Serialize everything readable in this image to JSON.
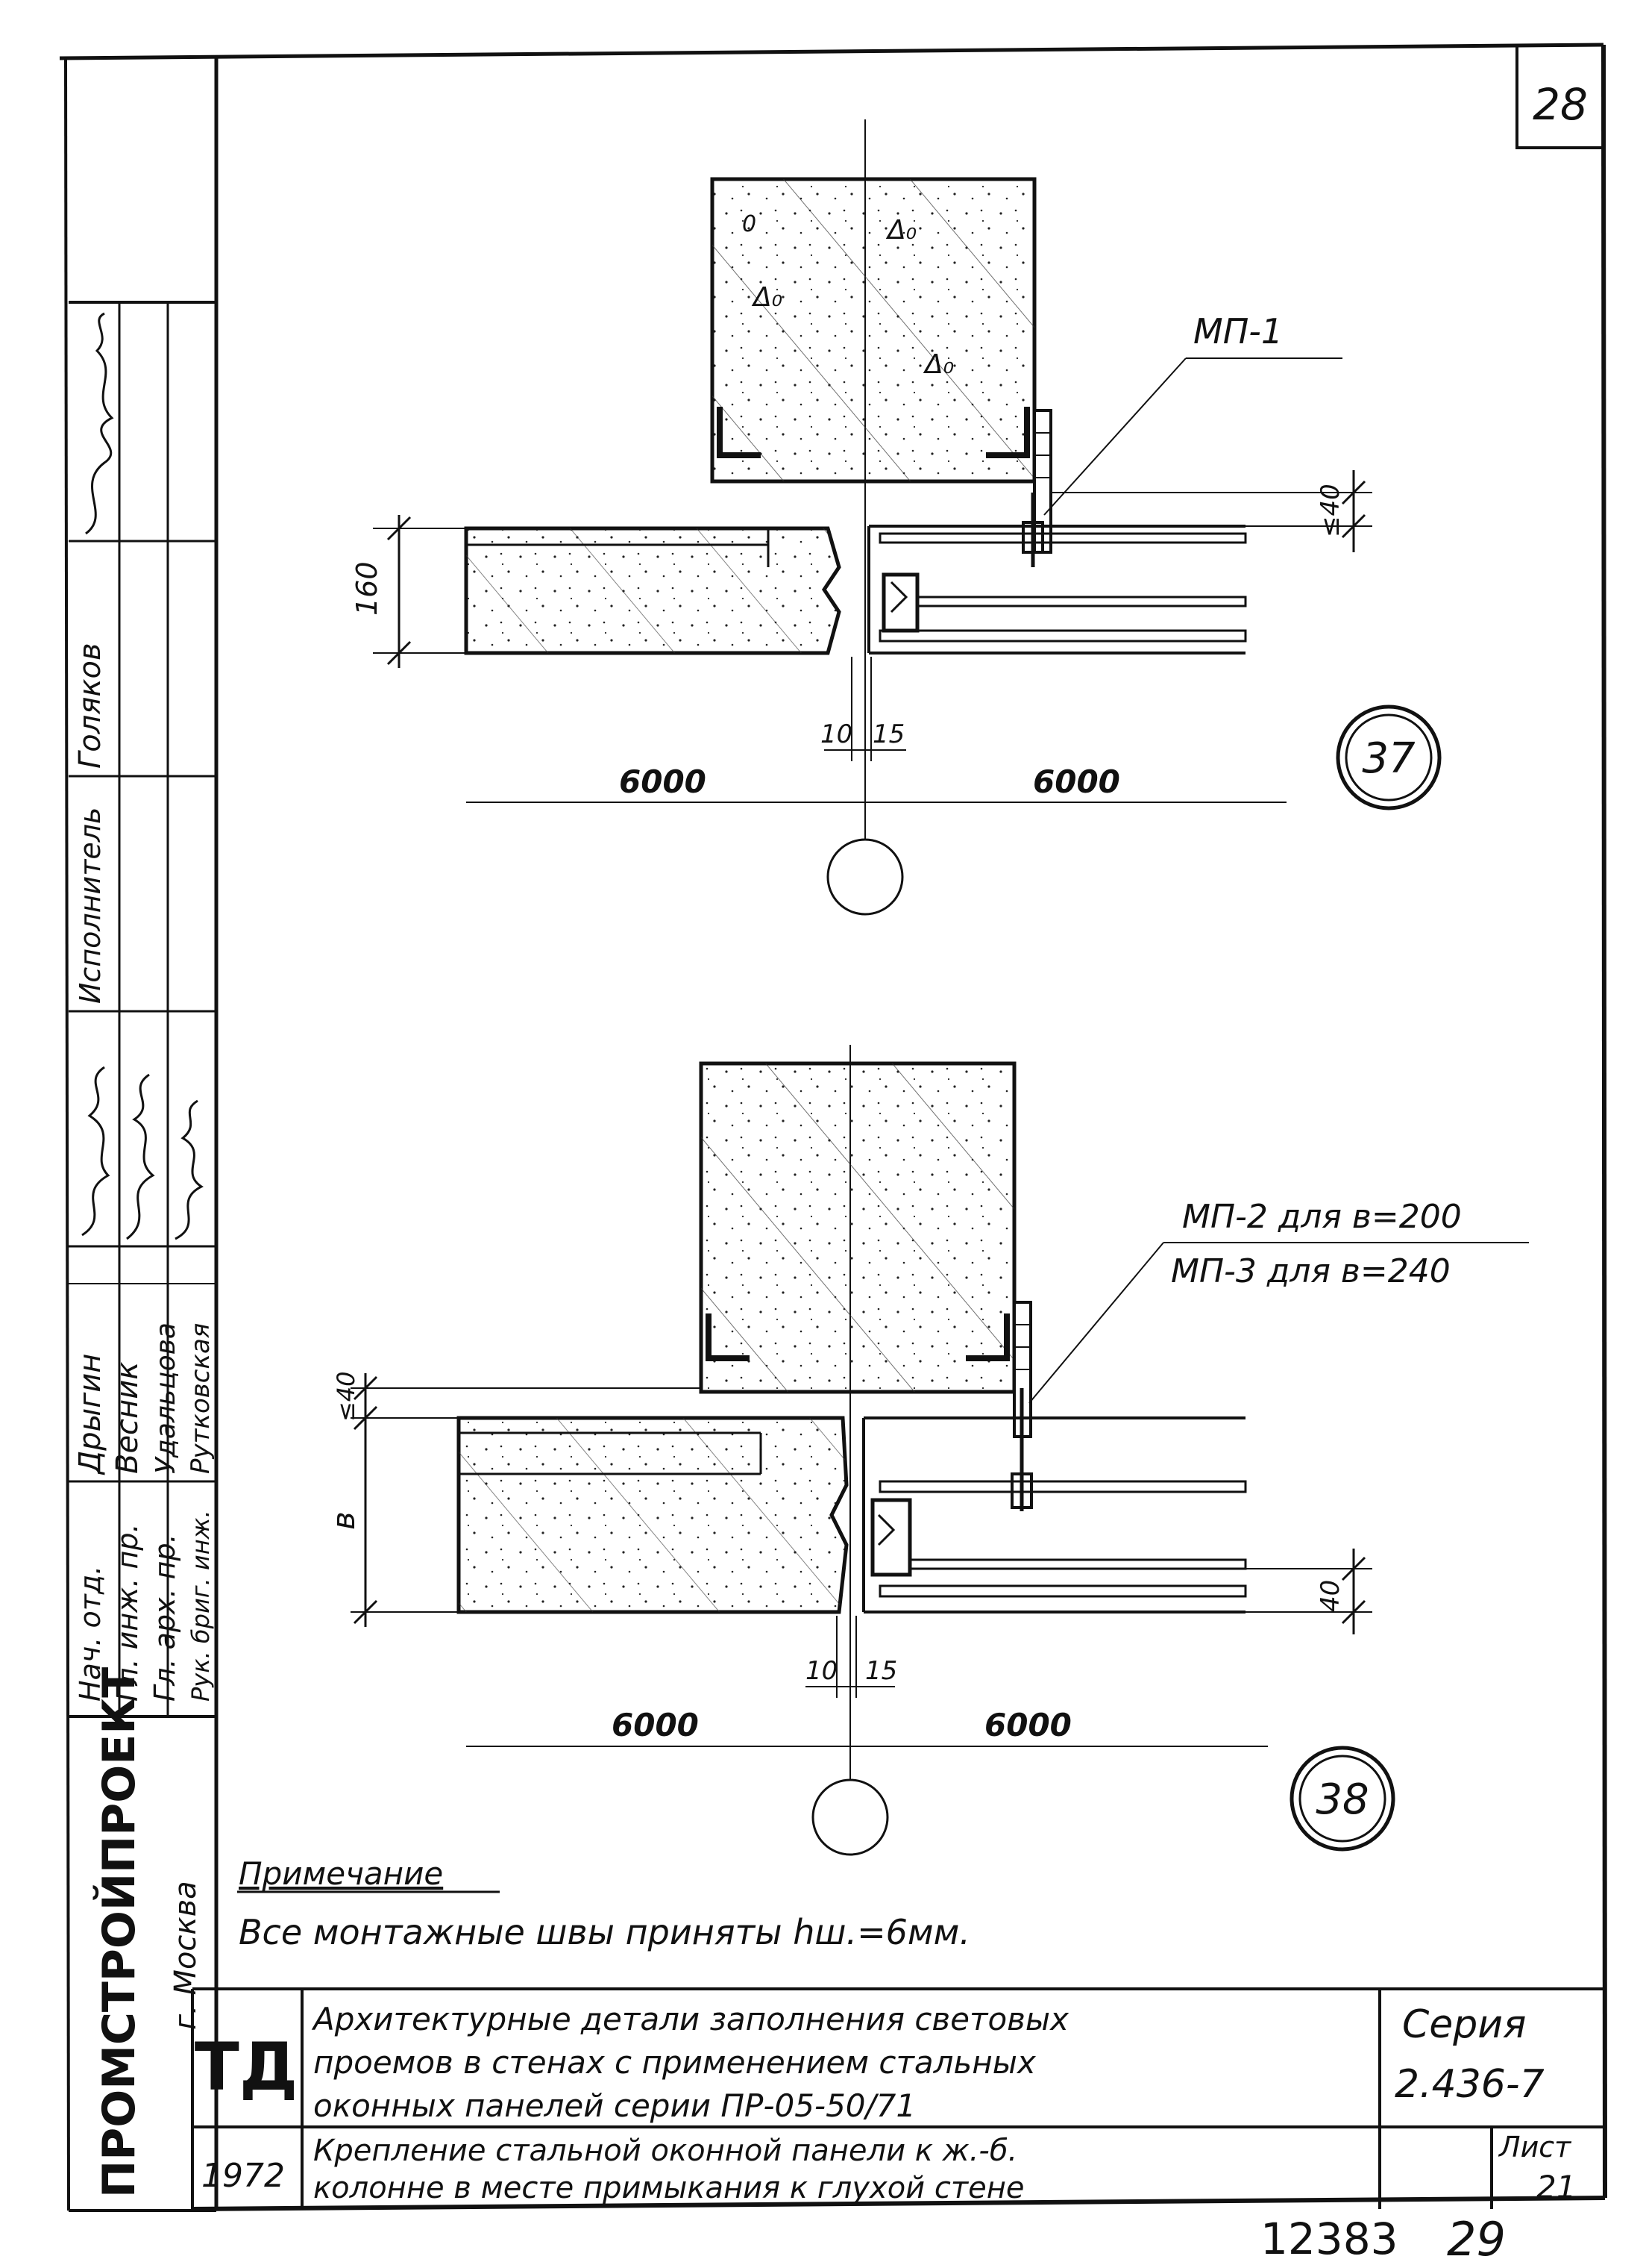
{
  "sheet": {
    "page_number": "28",
    "archive_number": "12383",
    "archive_page": "29"
  },
  "details": [
    {
      "marker": "37",
      "plate_label": "МП-1",
      "dim_wall_thickness": "160",
      "dim_offset": "≤40",
      "dim_gap_left": "10",
      "dim_gap_right": "15",
      "span_left": "6000",
      "span_right": "6000"
    },
    {
      "marker": "38",
      "plate_label_1": "МП-2 для в=200",
      "plate_label_2": "МП-3 для в=240",
      "dim_wall_thickness": "в",
      "dim_top_offset": "≤40",
      "dim_bottom_offset": "40",
      "dim_gap_left": "10",
      "dim_gap_right": "15",
      "span_left": "6000",
      "span_right": "6000"
    }
  ],
  "hatch_marks": [
    "Δ₀",
    "Δ₀",
    "Δ₀",
    "0"
  ],
  "note": {
    "heading": "Примечание",
    "text": "Все монтажные швы приняты hш.=6мм."
  },
  "title_block": {
    "logo": "ТД",
    "description_lines": [
      "Архитектурные детали заполнения световых",
      "проемов в стенах с применением стальных",
      "оконных панелей серии ПР-05-50/71"
    ],
    "series_label": "Серия",
    "series_value": "2.436-7",
    "sheet_title_lines": [
      "Крепление стальной оконной панели к ж.-б.",
      "колонне в месте примыкания к глухой стене"
    ],
    "year": "1972",
    "sheet_label": "Лист",
    "sheet_value": "21"
  },
  "side_stamp": {
    "organization": "ПРОМСТРОЙПРОЕКТ",
    "city": "г. Москва",
    "positions": [
      "Нач. отд.",
      "Гл. инж. пр.",
      "Гл. арх. пр.",
      "Рук. бриг. инж."
    ],
    "names": [
      "Дрыгин",
      "Весник",
      "Удальцова",
      "Рутковская"
    ],
    "role_executor": "Исполнитель",
    "executor_name": "Голяков"
  }
}
